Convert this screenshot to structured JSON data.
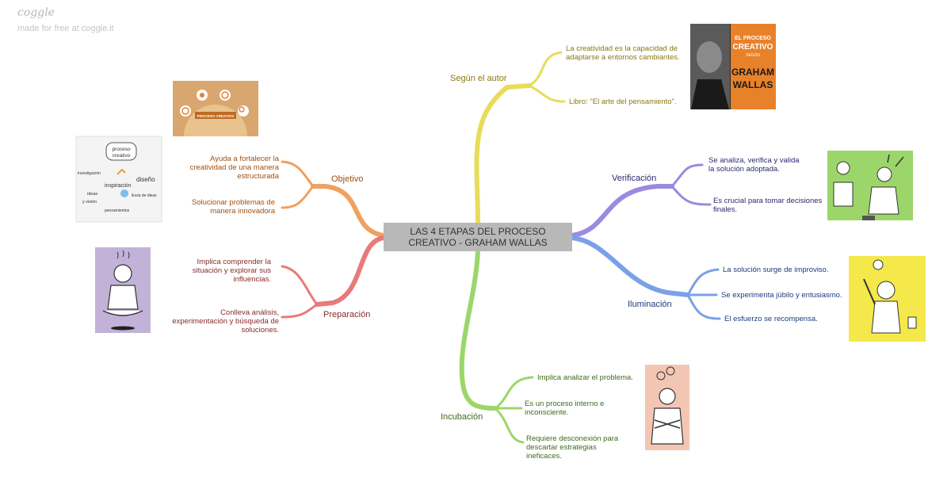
{
  "brand": {
    "logo": "coggle",
    "tagline": "made for free at coggle.it"
  },
  "central": {
    "title": "LAS 4 ETAPAS DEL PROCESO CREATIVO - GRAHAM WALLAS"
  },
  "branches": {
    "segun": {
      "label": "Según el autor",
      "color": "#e8dc5a",
      "text_color": "#8a7a10",
      "leaves": [
        "La creatividad es la capacidad de adaptarse a entornos cambiantes.",
        "Libro: \"El arte del pensamiento\"."
      ]
    },
    "objetivo": {
      "label": "Objetivo",
      "color": "#f0a060",
      "text_color": "#a05010",
      "leaves": [
        "Ayuda a fortalecer la creatividad de una manera estructurada",
        "Solucionar problemas de manera innovadora"
      ]
    },
    "preparacion": {
      "label": "Preparación",
      "color": "#e87a7a",
      "text_color": "#8a2a2a",
      "leaves": [
        "Implica comprender la situación y explorar sus influencias.",
        "Conlleva análisis, experimentación y búsqueda de soluciones."
      ]
    },
    "incubacion": {
      "label": "Incubación",
      "color": "#9cd66a",
      "text_color": "#3e6a1a",
      "leaves": [
        "Implica analizar el problema.",
        "Es un proceso interno e inconsciente.",
        "Requiere desconexión para descartar estrategias ineficaces."
      ]
    },
    "verificacion": {
      "label": "Verificación",
      "color": "#9a8ae0",
      "text_color": "#2c2a70",
      "leaves": [
        "Se analiza, verifica y valida la solución adoptada.",
        "Es crucial para tomar decisiones finales."
      ]
    },
    "iluminacion": {
      "label": "Iluminación",
      "color": "#7aa0e8",
      "text_color": "#1e3a80",
      "leaves": [
        "La solución surge de improviso.",
        "Se experimenta júbilo y entusiasmo.",
        "El esfuerzo se recompensa."
      ]
    }
  },
  "images": {
    "book": {
      "line1": "EL PROCESO",
      "line2": "CREATIVO",
      "line3": "SEGÚN",
      "line4": "GRAHAM",
      "line5": "WALLAS"
    },
    "sketch": {
      "w1": "proceso",
      "w2": "creativo",
      "w3": "investigación",
      "w4": "inspiración",
      "w5": "diseño",
      "w6": "ideas",
      "w7": "y visión",
      "w8": "lluvia de ideas",
      "w9": "pensamientos"
    },
    "wheel": {
      "center": "PROCESO CREATIVO"
    }
  }
}
